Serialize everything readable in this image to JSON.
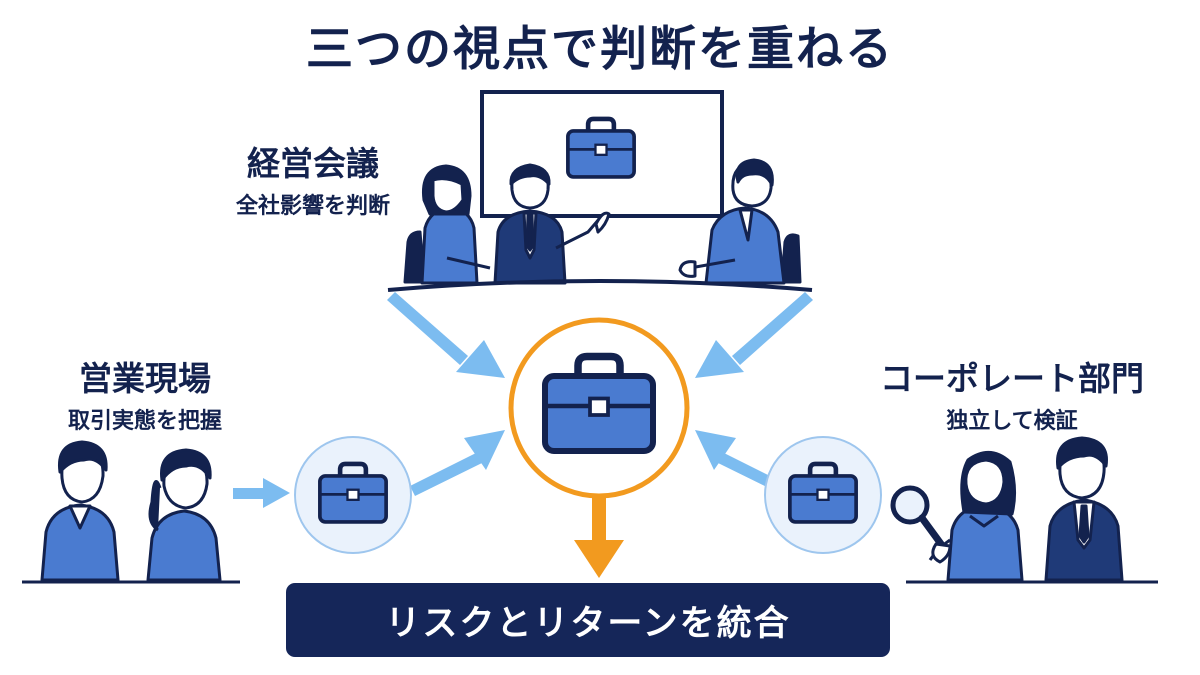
{
  "title": "三つの視点で判断を重ねる",
  "top": {
    "heading": "経営会議",
    "sub": "全社影響を判断"
  },
  "left": {
    "heading": "営業現場",
    "sub": "取引実態を把握"
  },
  "right": {
    "heading": "コーポレート部門",
    "sub": "独立して検証"
  },
  "result": "リスクとリターンを統合",
  "icons": {
    "center": "briefcase-icon",
    "top": "briefcase-icon",
    "left": "briefcase-icon",
    "right": "briefcase-icon",
    "magnifier": "magnifying-glass-icon"
  },
  "colors": {
    "navy": "#13224e",
    "blue": "#4a7bd0",
    "light_blue": "#7cbcf0",
    "orange": "#f29a1f",
    "circle_fill": "#eaf2fc"
  }
}
